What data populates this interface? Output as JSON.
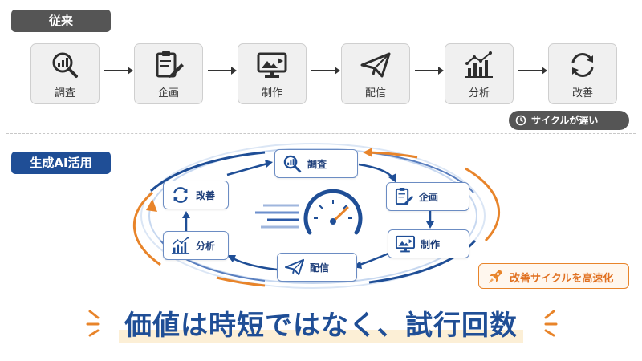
{
  "legacy": {
    "tag": "従来",
    "steps": [
      "調査",
      "企画",
      "制作",
      "配信",
      "分析",
      "改善"
    ],
    "slow_badge": "サイクルが遅い"
  },
  "ai": {
    "tag": "生成AI活用",
    "cycle": {
      "survey": "調査",
      "plan": "企画",
      "produce": "制作",
      "deliver": "配信",
      "analyze": "分析",
      "improve": "改善"
    },
    "fast_badge": "改善サイクルを高速化"
  },
  "headline": "価値は時短ではなく、試行回数",
  "colors": {
    "navy": "#1f4e96",
    "gray": "#555555",
    "orange": "#e8842a",
    "icon": "#2e2e2e"
  }
}
